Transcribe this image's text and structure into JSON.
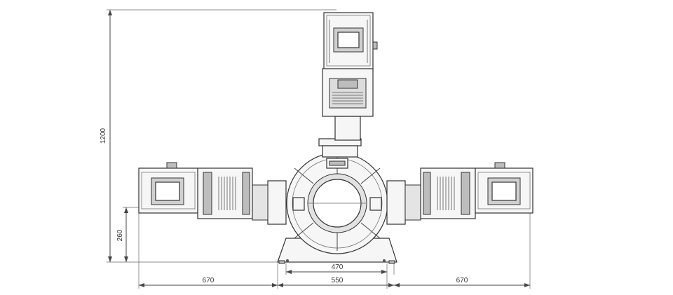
{
  "dimensions": {
    "total_height": "1200",
    "axis_height": "260",
    "left_span": "670",
    "center_span": "550",
    "right_span": "670",
    "base_inner": "470"
  }
}
